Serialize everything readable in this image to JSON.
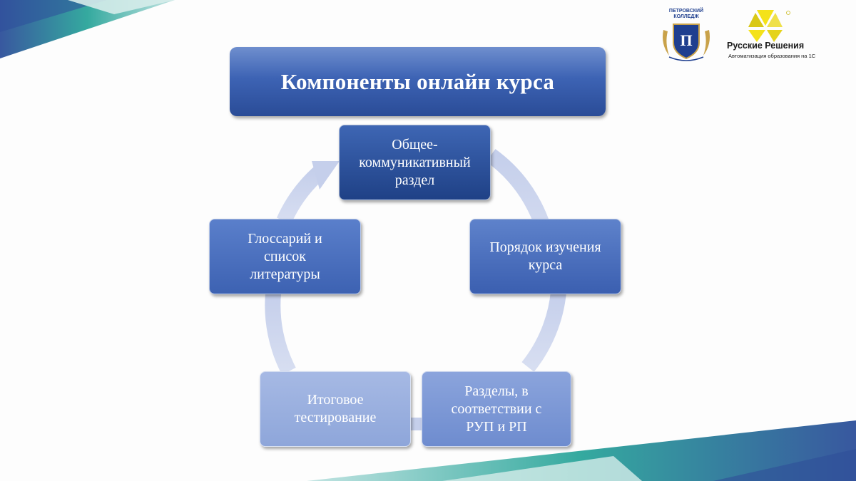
{
  "title": "Компоненты онлайн курса",
  "nodes": [
    {
      "label_lines": [
        "Общее-",
        "коммуникативный",
        "раздел"
      ]
    },
    {
      "label_lines": [
        "Порядок изучения",
        "курса"
      ]
    },
    {
      "label_lines": [
        "Разделы, в",
        "соответствии с",
        "РУП и РП"
      ]
    },
    {
      "label_lines": [
        "Итоговое",
        "тестирование"
      ]
    },
    {
      "label_lines": [
        "Глоссарий и",
        "список",
        "литературы"
      ]
    }
  ],
  "logos": {
    "college_caption": "ПЕТРОВСКИЙ КОЛЛЕДЖ",
    "brand_name": "Русские Решения",
    "brand_tagline": "Автоматизация образования на 1С"
  },
  "colors": {
    "title_fill": "#3d63b4",
    "node_dark": "#1f4186",
    "ring": "#c5cfeb",
    "teal": "#2aa59a",
    "brand_yellow": "#f4e21a"
  }
}
